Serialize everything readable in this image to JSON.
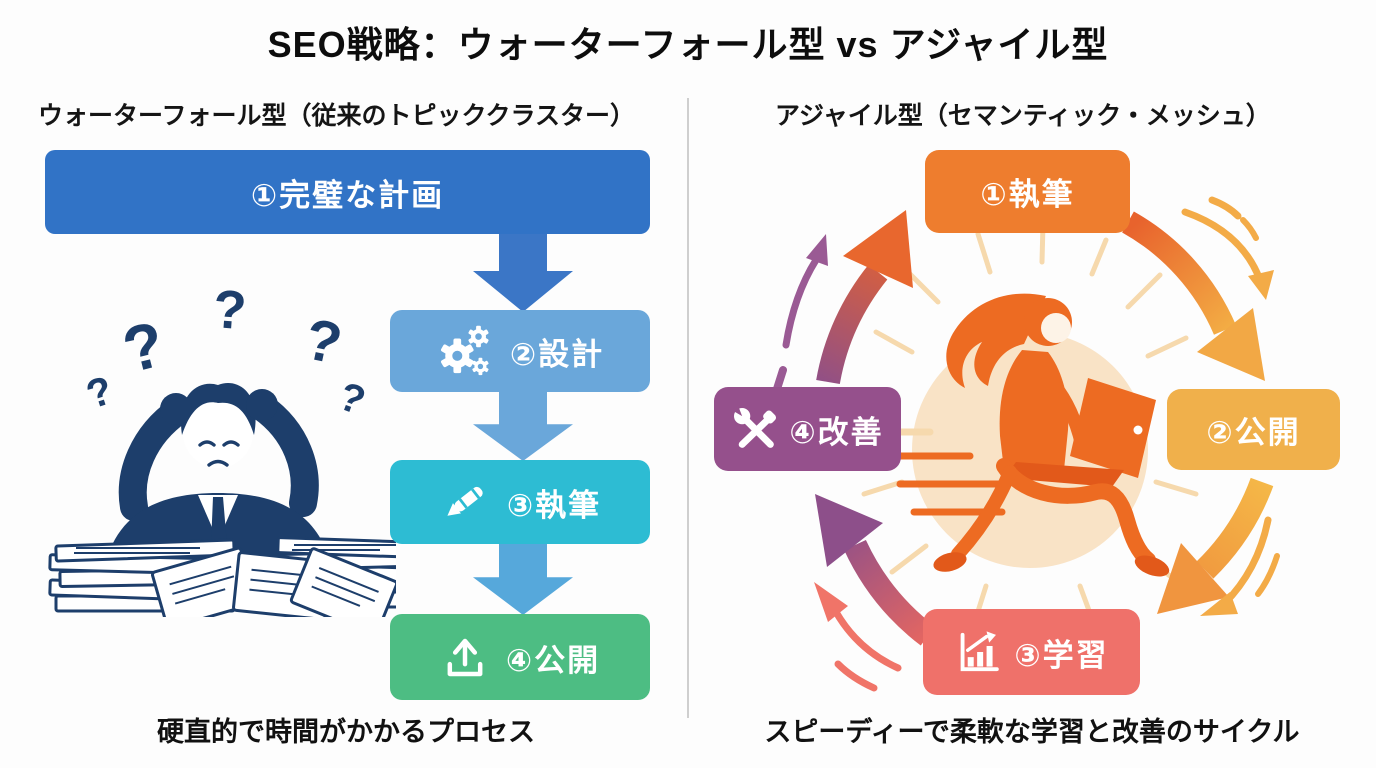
{
  "title": "SEO戦略：ウォーターフォール型 vs アジャイル型",
  "waterfall": {
    "header": "ウォーターフォール型（従来のトピッククラスター）",
    "caption": "硬直的で時間がかかるプロセス",
    "steps": [
      {
        "label": "①完璧な計画",
        "icon": null,
        "color": "#3173c6"
      },
      {
        "label": "②設計",
        "icon": "gears-icon",
        "color": "#6aa7da"
      },
      {
        "label": "③執筆",
        "icon": "pen-icon",
        "color": "#2dbcd3"
      },
      {
        "label": "④公開",
        "icon": "upload-icon",
        "color": "#4dbd83"
      }
    ]
  },
  "agile": {
    "header": "アジャイル型（セマンティック・メッシュ）",
    "caption": "スピーディーで柔軟な学習と改善のサイクル",
    "steps": [
      {
        "label": "①執筆",
        "icon": null,
        "color": "#ee7d2e",
        "position": "top"
      },
      {
        "label": "②公開",
        "icon": null,
        "color": "#f0b04b",
        "position": "right"
      },
      {
        "label": "③学習",
        "icon": "chart-icon",
        "color": "#ef716a",
        "position": "bottom"
      },
      {
        "label": "④改善",
        "icon": "tools-icon",
        "color": "#95508c",
        "position": "left"
      }
    ]
  },
  "colors": {
    "background": "#fdfdfd",
    "text": "#111111",
    "divider": "#cfcfcf",
    "waterfall_arrows": [
      "#3b76c6",
      "#6aa7da",
      "#56a8db"
    ],
    "man_illustration": "#1d3e6b",
    "woman_illustration": "#ed6b22",
    "halo": "#f9e3c6",
    "cycle_gradient": [
      "#e8632d",
      "#f5b948",
      "#ef716a",
      "#8d4f8a"
    ]
  }
}
